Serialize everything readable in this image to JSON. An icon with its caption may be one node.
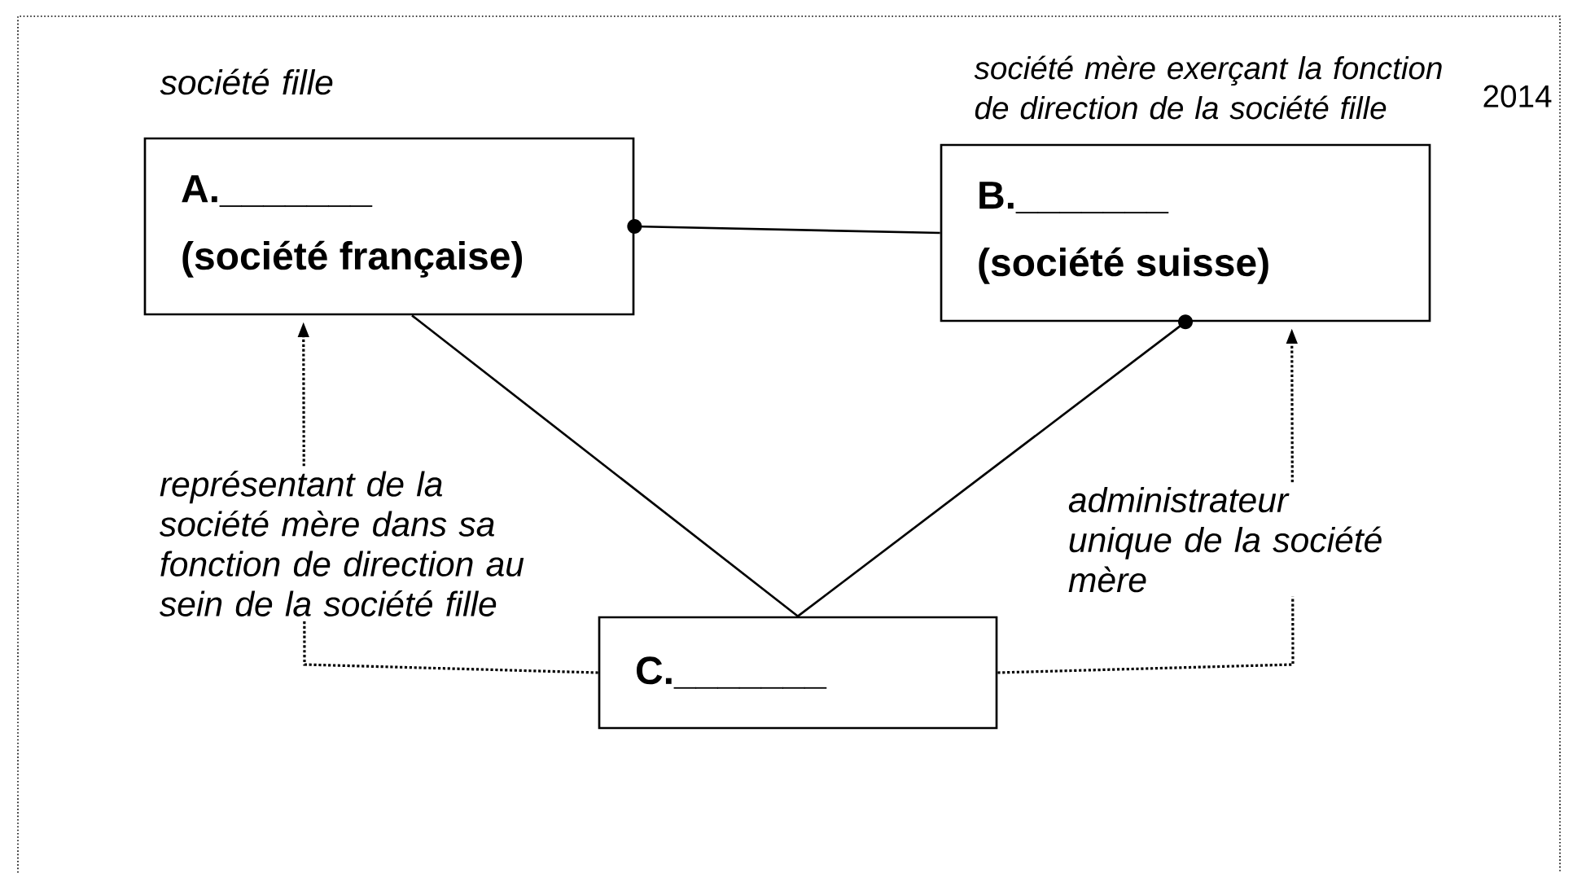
{
  "diagram": {
    "nodes": [
      {
        "text": [
          "A._______",
          "(société française)"
        ],
        "beside": [
          "société fille"
        ]
      },
      {
        "text": [
          "B._______",
          "(société suisse)"
        ],
        "beside": [
          "société mère exerçant la fonction de direction de la société fille"
        ]
      },
      {
        "text": [
          "C._______"
        ]
      }
    ],
    "edges": [
      {
        "from": 0,
        "to": 1,
        "arrow": "other"
      },
      {
        "from": 1,
        "to": 2,
        "arrow": "other"
      },
      {
        "from": 0,
        "to": 2,
        "arrow": "none"
      },
      {
        "from": 2,
        "to": 0,
        "arrow": "to",
        "style": "dashed",
        "label": "représentant de la société mère dans sa fonction de direction au sein de la société fille"
      },
      {
        "from": 2,
        "to": 1,
        "arrow": "to",
        "style": "dashed",
        "label": "administrateur unique de la société mère"
      }
    ],
    "labels": [
      "2014"
    ]
  }
}
